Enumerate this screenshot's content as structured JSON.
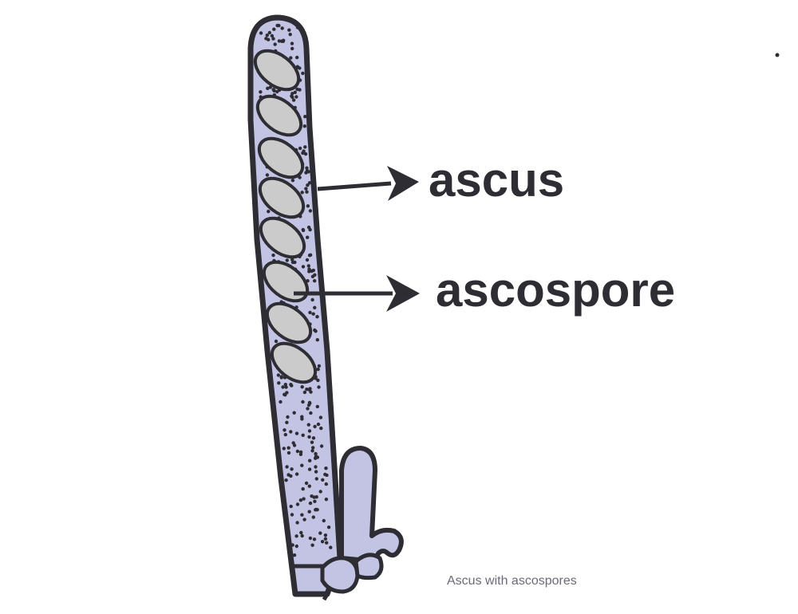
{
  "diagram": {
    "subject": "Ascus with ascospores",
    "labels": [
      {
        "id": "ascus",
        "text": "ascus"
      },
      {
        "id": "ascospore",
        "text": "ascospore"
      }
    ],
    "spore_count": 8,
    "colors": {
      "ascus_fill": "#c3c4e4",
      "spore_fill": "#cbcbcb",
      "outline": "#2e2d33",
      "background": "#ffffff"
    }
  }
}
